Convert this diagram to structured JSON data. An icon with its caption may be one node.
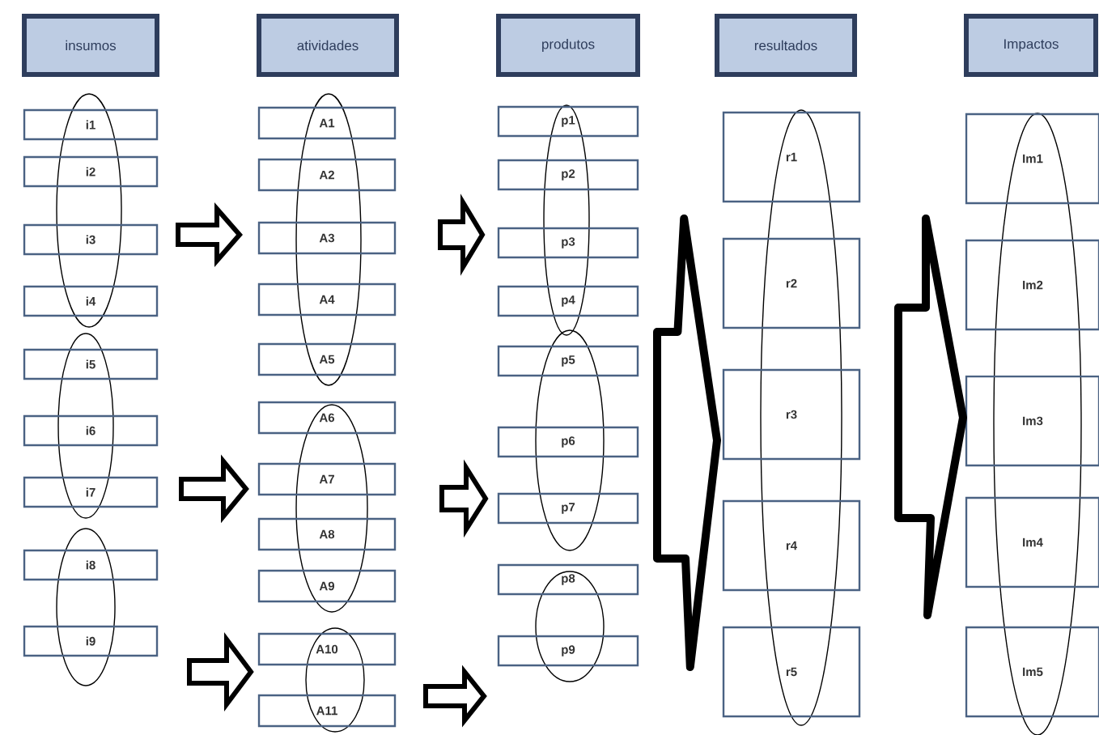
{
  "diagram": {
    "nodes": [
      {
        "text": [
          "insumos"
        ]
      },
      {
        "text": [
          "atividades"
        ]
      },
      {
        "text": [
          "produtos"
        ]
      },
      {
        "text": [
          "resultados"
        ]
      },
      {
        "text": [
          "Impactos"
        ]
      },
      {
        "text": [
          "i1"
        ]
      },
      {
        "text": [
          "i2"
        ]
      },
      {
        "text": [
          "i3"
        ]
      },
      {
        "text": [
          "i4"
        ]
      },
      {
        "text": [
          "i5"
        ]
      },
      {
        "text": [
          "i6"
        ]
      },
      {
        "text": [
          "i7"
        ]
      },
      {
        "text": [
          "i8"
        ]
      },
      {
        "text": [
          "i9"
        ]
      },
      {
        "text": [],
        "shape": "ellipse"
      },
      {
        "text": [],
        "shape": "ellipse"
      },
      {
        "text": [],
        "shape": "ellipse"
      },
      {
        "text": [
          "A1"
        ]
      },
      {
        "text": [
          "A2"
        ]
      },
      {
        "text": [
          "A3"
        ]
      },
      {
        "text": [
          "A4"
        ]
      },
      {
        "text": [
          "A5"
        ]
      },
      {
        "text": [
          "A6"
        ]
      },
      {
        "text": [
          "A7"
        ]
      },
      {
        "text": [
          "A8"
        ]
      },
      {
        "text": [
          "A9"
        ]
      },
      {
        "text": [
          "A10"
        ]
      },
      {
        "text": [
          "A11"
        ]
      },
      {
        "text": [],
        "shape": "ellipse"
      },
      {
        "text": [],
        "shape": "ellipse"
      },
      {
        "text": [],
        "shape": "ellipse"
      },
      {
        "text": [
          "p1"
        ]
      },
      {
        "text": [
          "p2"
        ]
      },
      {
        "text": [
          "p3"
        ]
      },
      {
        "text": [
          "p4"
        ]
      },
      {
        "text": [
          "p5"
        ]
      },
      {
        "text": [
          "p6"
        ]
      },
      {
        "text": [
          "p7"
        ]
      },
      {
        "text": [
          "p8"
        ]
      },
      {
        "text": [
          "p9"
        ]
      },
      {
        "text": [],
        "shape": "ellipse"
      },
      {
        "text": [],
        "shape": "ellipse"
      },
      {
        "text": [],
        "shape": "ellipse"
      },
      {
        "text": [
          "r1"
        ]
      },
      {
        "text": [
          "r2"
        ]
      },
      {
        "text": [
          "r3"
        ]
      },
      {
        "text": [
          "r4"
        ]
      },
      {
        "text": [
          "r5"
        ]
      },
      {
        "text": [],
        "shape": "ellipse"
      },
      {
        "text": [
          "Im1"
        ]
      },
      {
        "text": [
          "Im2"
        ]
      },
      {
        "text": [
          "Im3"
        ]
      },
      {
        "text": [
          "Im4"
        ]
      },
      {
        "text": [
          "Im5"
        ]
      },
      {
        "text": [],
        "shape": "ellipse"
      }
    ],
    "edges": [
      {
        "from": 14,
        "to": 28,
        "arrow": "to"
      },
      {
        "from": 15,
        "to": 29,
        "arrow": "to"
      },
      {
        "from": 16,
        "to": 30,
        "arrow": "to"
      },
      {
        "from": 28,
        "to": 40,
        "arrow": "to"
      },
      {
        "from": 29,
        "to": 41,
        "arrow": "to"
      },
      {
        "from": 30,
        "to": 42,
        "arrow": "to"
      },
      {
        "from": 40,
        "to": 48,
        "arrow": "to"
      },
      {
        "from": 41,
        "to": 48,
        "arrow": "to"
      },
      {
        "from": 42,
        "to": 48,
        "arrow": "to"
      },
      {
        "from": 48,
        "to": 54,
        "arrow": "to"
      }
    ]
  }
}
